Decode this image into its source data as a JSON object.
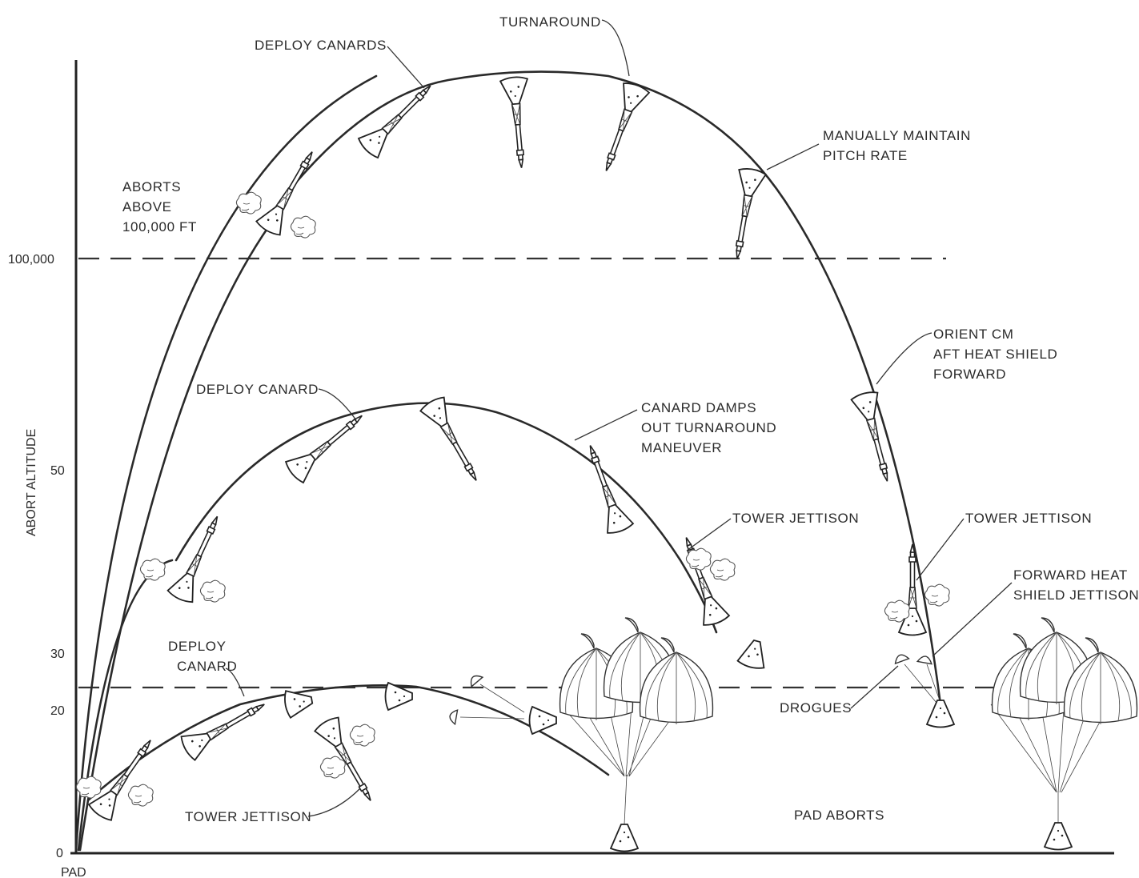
{
  "axis": {
    "y_label": "ABORT ALTITUDE",
    "y_ticks": [
      "100,000",
      "50",
      "30",
      "20",
      "0"
    ],
    "x_origin": "PAD"
  },
  "labels": {
    "turnaround": "TURNAROUND",
    "deploy_canards": "DEPLOY CANARDS",
    "manually_maintain_1": "MANUALLY MAINTAIN",
    "manually_maintain_2": "PITCH RATE",
    "aborts_above_1": "ABORTS",
    "aborts_above_2": "ABOVE",
    "aborts_above_3": "100,000 FT",
    "orient_cm_1": "ORIENT CM",
    "orient_cm_2": "AFT HEAT SHIELD",
    "orient_cm_3": "FORWARD",
    "deploy_canard_mid": "DEPLOY CANARD",
    "canard_damps_1": "CANARD DAMPS",
    "canard_damps_2": "OUT TURNAROUND",
    "canard_damps_3": "MANEUVER",
    "tower_jettison_mid": "TOWER JETTISON",
    "tower_jettison_right": "TOWER JETTISON",
    "forward_heat_1": "FORWARD HEAT",
    "forward_heat_2": "SHIELD JETTISON",
    "deploy_canard_low_1": "DEPLOY",
    "deploy_canard_low_2": "CANARD",
    "drogues": "DROGUES",
    "tower_jettison_low": "TOWER JETTISON",
    "pad_aborts": "PAD ABORTS"
  }
}
